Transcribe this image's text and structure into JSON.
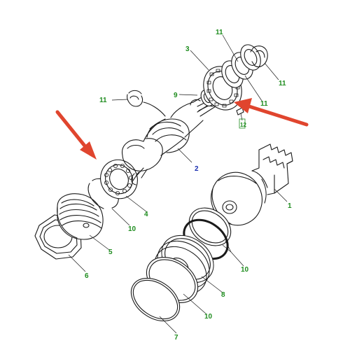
{
  "colors": {
    "line": "#1a1a1a",
    "callout_green": "#1e8c1e",
    "callout_blue": "#1a2fb0",
    "arrow": "#e0452e",
    "background": "#ffffff"
  },
  "callouts": {
    "c1": "1",
    "c2": "2",
    "c3": "3",
    "c4": "4",
    "c5": "5",
    "c6": "6",
    "c7": "7",
    "c8": "8",
    "c9": "9",
    "c10a": "10",
    "c10b": "10",
    "c10c": "10",
    "c11a": "11",
    "c11b": "11",
    "c11c": "11",
    "c11d": "11",
    "c12": "12"
  },
  "indicators": {
    "left_arrow": "arrow pointing to bearing 4",
    "right_arrow": "arrow pointing to bearing 3"
  }
}
